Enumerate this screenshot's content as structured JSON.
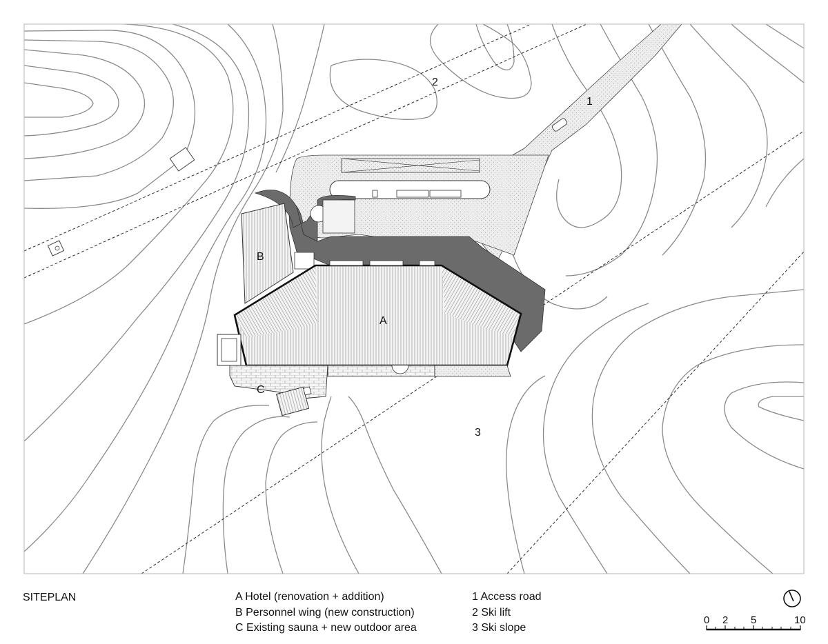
{
  "title": "SITEPLAN",
  "legend_buildings": [
    "A Hotel (renovation + addition)",
    "B Personnel wing (new construction)",
    "C Existing sauna + new outdoor area"
  ],
  "legend_site": [
    "1 Access road",
    "2 Ski lift",
    "3 Ski slope"
  ],
  "plan_labels": {
    "A": "A",
    "B": "B",
    "C": "C",
    "road": "1",
    "lift": "2",
    "slope": "3"
  },
  "scale": {
    "ticks": [
      "0",
      "2",
      "5",
      "10"
    ]
  },
  "colors": {
    "contour": "#8a8a8a",
    "addition_fill": "#6b6b6b",
    "paving": "#ececec",
    "roof": "#f2f2f2"
  }
}
